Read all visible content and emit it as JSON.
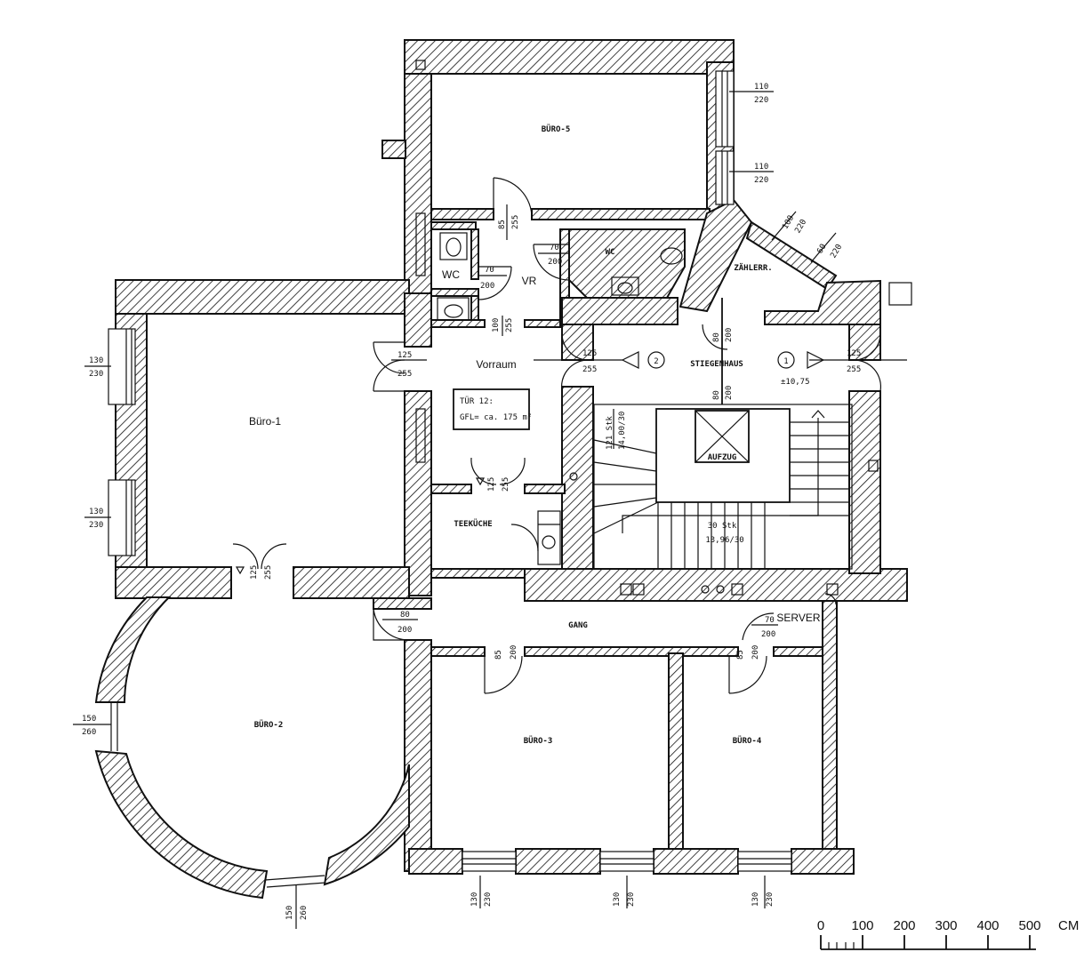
{
  "rooms": {
    "buero1": "Büro-1",
    "buero2": "BÜRO-2",
    "buero3": "BÜRO-3",
    "buero4": "BÜRO-4",
    "buero5": "BÜRO-5",
    "wc_left": "WC",
    "wc_right": "WC",
    "vr": "VR",
    "vorraum": "Vorraum",
    "teekueche": "TEEKÜCHE",
    "gang": "GANG",
    "server": "SERVER",
    "stiegenhaus": "STIEGENHAUS",
    "zaehlerr": "ZÄHLERR.",
    "aufzug": "AUFZUG"
  },
  "unit_box": {
    "line1": "TÜR 12:",
    "line2": "GFL= ca. 175 m²"
  },
  "markers": {
    "stair_2": "2",
    "stair_1": "1",
    "level": "±10,75",
    "stairs_count": "30 Stk",
    "stairs_size": "13,96/30"
  },
  "dims": {
    "w5a_top": "110",
    "w5a_bot": "220",
    "w5b_top": "110",
    "w5b_bot": "220",
    "wz1_top": "100",
    "wz1_bot": "220",
    "wz2_top": "60",
    "wz2_bot": "220",
    "w1a_top": "130",
    "w1a_bot": "230",
    "w1b_top": "130",
    "w1b_bot": "230",
    "w2_top": "150",
    "w2_bot": "260",
    "w2b_top": "150",
    "w2b_bot": "260",
    "w3_top": "130",
    "w3_bot": "230",
    "w3b_top": "130",
    "w3b_bot": "230",
    "w4_top": "130",
    "w4_bot": "230",
    "d_vr_top": "85",
    "d_vr_bot": "255",
    "d_wcl_top": "70",
    "d_wcl_bot": "200",
    "d_wcr_top": "70",
    "d_wcr_bot": "200",
    "d_vor_top": "100",
    "d_vor_bot": "255",
    "d_b1_top": "125",
    "d_b1_bot": "255",
    "d_sl_top": "125",
    "d_sl_bot": "255",
    "d_sr_top": "125",
    "d_sr_bot": "255",
    "d_z_top": "80",
    "d_z_bot": "200",
    "d_auf_top": "80",
    "d_auf_bot": "200",
    "d_tk_top": "125",
    "d_tk_bot": "255",
    "d_b2_top": "125",
    "d_b2_bot": "255",
    "d_gang_top": "80",
    "d_gang_bot": "200",
    "d_b3_top": "85",
    "d_b3_bot": "200",
    "d_b4_top": "85",
    "d_b4_bot": "200",
    "d_srv_top": "70",
    "d_srv_bot": "200",
    "d_st_top": "121 Stk",
    "d_st_bot": "14,00/30"
  },
  "scale_bar": {
    "ticks": [
      "0",
      "100",
      "200",
      "300",
      "400",
      "500"
    ],
    "unit": "CM"
  }
}
